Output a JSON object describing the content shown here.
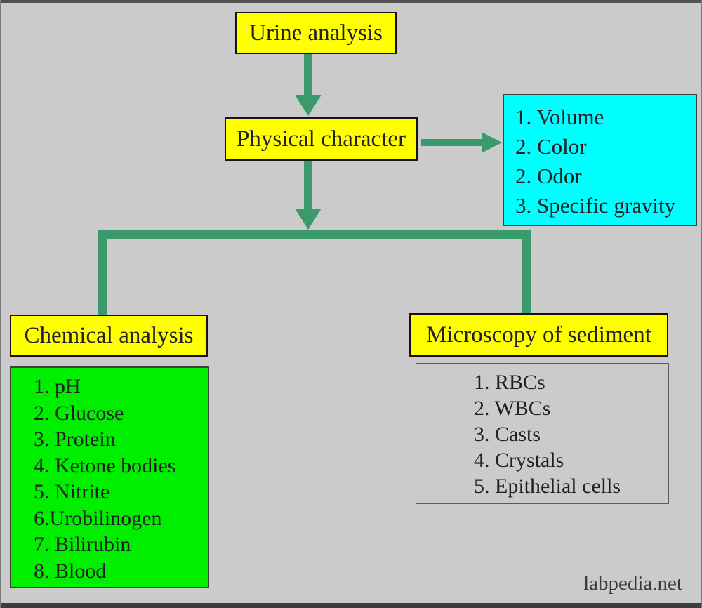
{
  "diagram": {
    "root_label": "Urine analysis",
    "physical_label": "Physical character",
    "physical_items": [
      "1. Volume",
      "2. Color",
      "2. Odor",
      "3. Specific gravity"
    ],
    "chemical_label": "Chemical analysis",
    "chemical_items": [
      "1. pH",
      "2. Glucose",
      "3. Protein",
      "4. Ketone bodies",
      "5. Nitrite",
      "6.Urobilinogen",
      "7. Bilirubin",
      "8. Blood"
    ],
    "microscopy_label": "Microscopy of sediment",
    "microscopy_items": [
      "1. RBCs",
      "2. WBCs",
      "3. Casts",
      "4. Crystals",
      "5. Epithelial cells"
    ],
    "watermark": "labpedia.net"
  },
  "colors": {
    "background": "#cbcbcb",
    "node_fill": "#ffff00",
    "physical_list_fill": "#00ffff",
    "chemical_list_fill": "#00ee00",
    "connector_green": "#3a9a6c",
    "text": "#212121"
  }
}
